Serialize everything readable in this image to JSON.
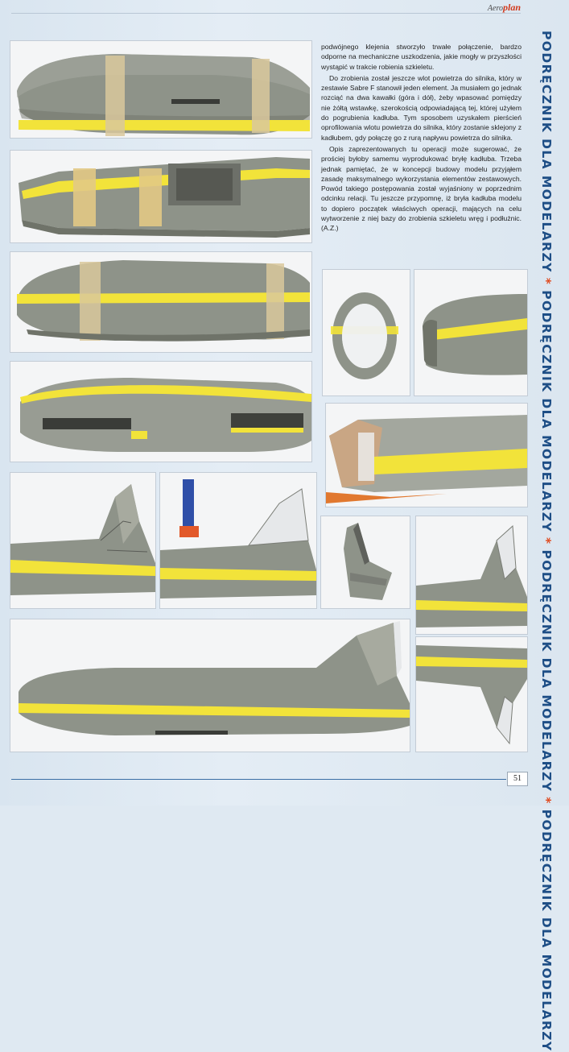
{
  "masthead": {
    "brand_prefix": "Aero",
    "brand_suffix": "plan"
  },
  "article": {
    "paragraphs": [
      "podwójnego klejenia stworzyło trwałe połączenie, bardzo odporne na mechaniczne uszkodzenia, jakie mogły w przyszłości wystąpić w trakcie robienia szkieletu.",
      "Do zrobienia został jeszcze wlot powietrza do silnika, który w zestawie Sabre F stanowił jeden element. Ja musiałem go jednak rozciąć na dwa kawałki (góra i dół), żeby wpasować pomiędzy nie żółtą wstawkę, szerokością odpowiadającą tej, której użyłem do pogrubienia kadłuba. Tym sposobem uzyskałem pierścień oprofilowania wlotu powietrza do silnika, który zostanie sklejony z kadłubem, gdy połączę go z rurą napływu powietrza do silnika.",
      "Opis zaprezentowanych tu operacji może sugerować, że prościej byłoby samemu wyprodukować bryłę kadłuba. Trzeba jednak pamiętać, że w koncepcji budowy modelu przyjąłem zasadę maksymalnego wykorzystania elementów zestawowych. Powód takiego postępowania został wyjaśniony w poprzednim odcinku relacji. Tu jeszcze przypomnę, iż bryła kadłuba modelu to dopiero początek właściwych operacji, mających na celu wytworzenie z niej bazy do zrobienia szkieletu wręg i podłużnic. (A.Z.)"
    ]
  },
  "side_banner": {
    "segments": [
      "PODRĘCZNIK DLA MODELARZY",
      "PODRĘCZNIK DLA MODELARZY",
      "PODRĘCZNIK DLA MODELARZY",
      "PODRĘCZNIK DLA MODELARZY"
    ],
    "separator": "*"
  },
  "footer": {
    "page_number": "51"
  },
  "colors": {
    "banner_text": "#1e4e86",
    "separator": "#e04a1f",
    "tape_yellow": "#f2e33a",
    "plastic_grey": "#8e9389",
    "rule": "#3a6ea5"
  }
}
